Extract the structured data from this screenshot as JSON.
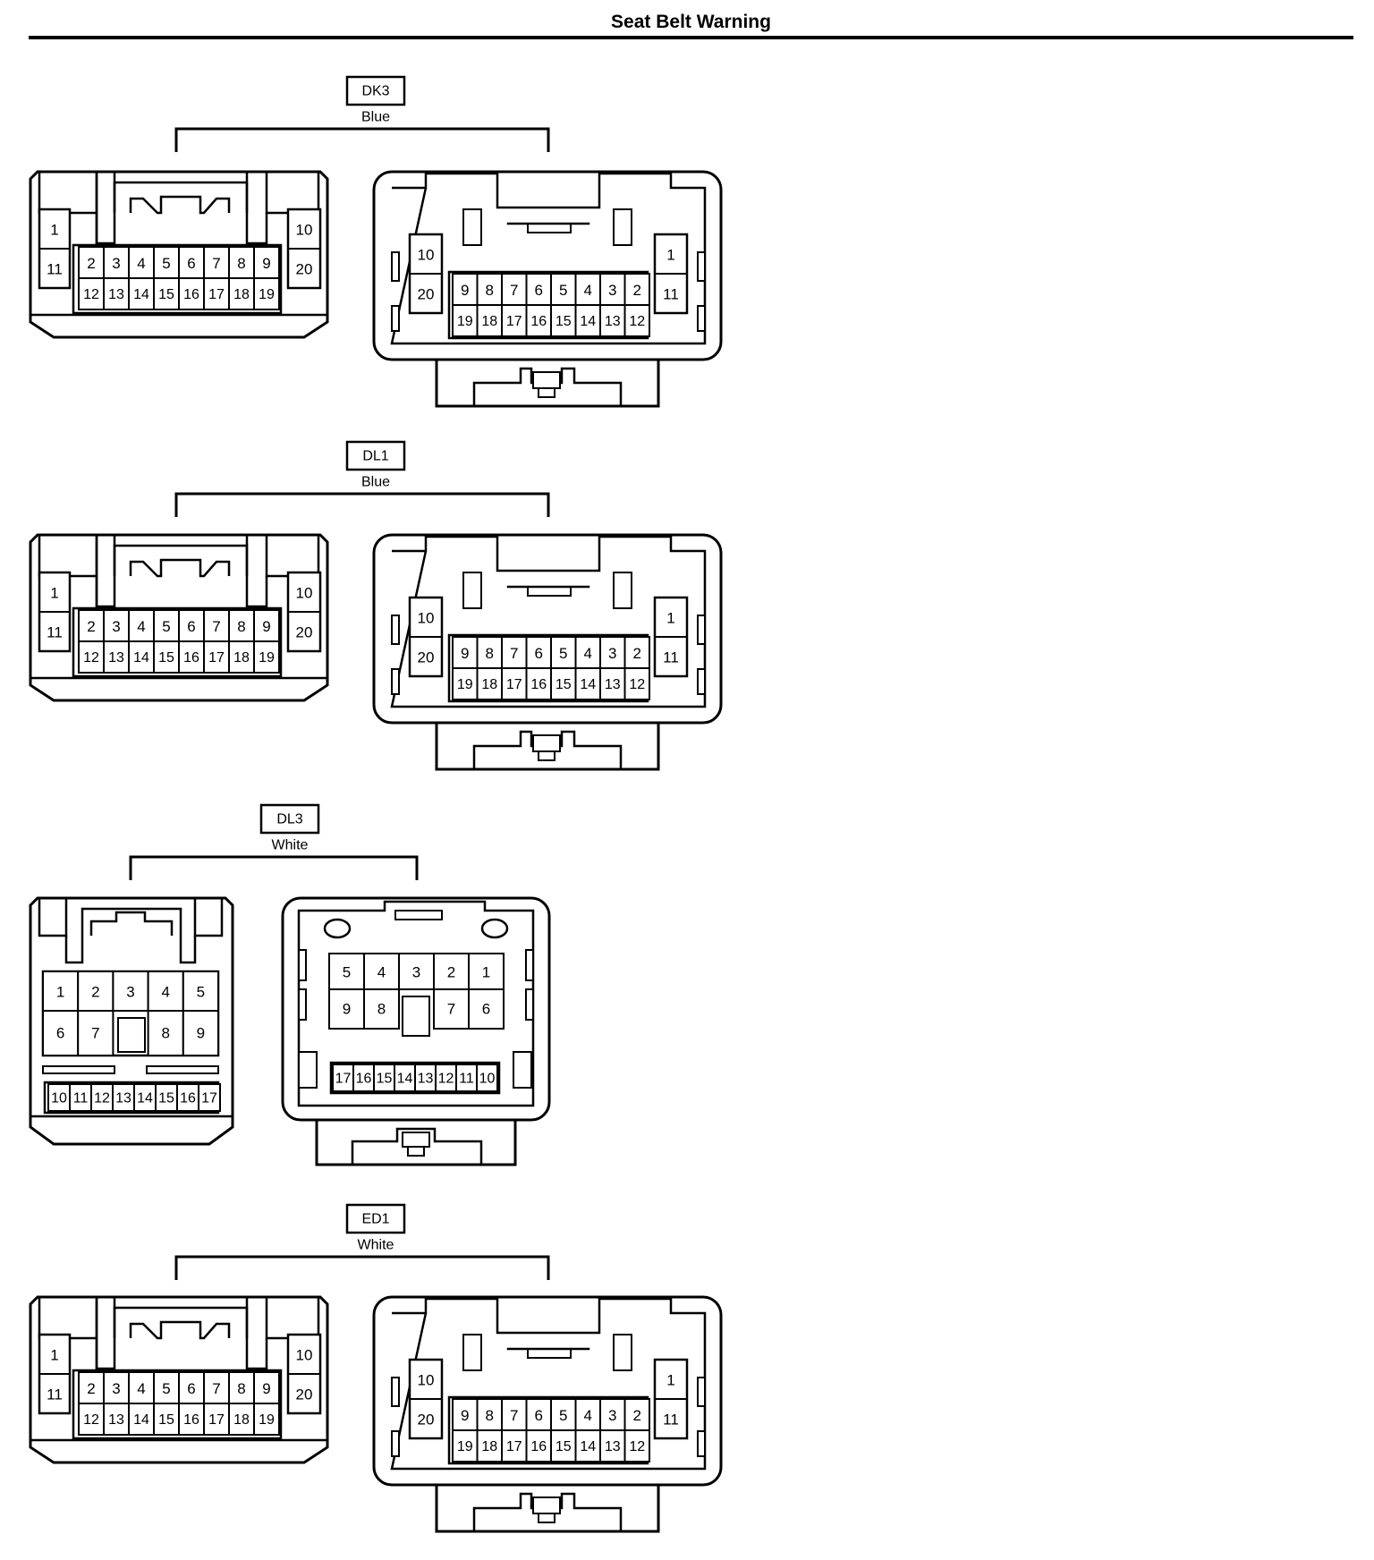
{
  "title": "Seat Belt Warning",
  "connectors": [
    {
      "id": "DK3",
      "color": "Blue"
    },
    {
      "id": "DL1",
      "color": "Blue"
    },
    {
      "id": "DL3",
      "color": "White"
    },
    {
      "id": "ED1",
      "color": "White"
    }
  ],
  "pins20": {
    "female": {
      "left_col": [
        "1",
        "11"
      ],
      "right_col": [
        "10",
        "20"
      ],
      "grid_top": [
        "2",
        "3",
        "4",
        "5",
        "6",
        "7",
        "8",
        "9"
      ],
      "grid_bottom": [
        "12",
        "13",
        "14",
        "15",
        "16",
        "17",
        "18",
        "19"
      ]
    },
    "male": {
      "left_col": [
        "10",
        "20"
      ],
      "right_col": [
        "1",
        "11"
      ],
      "grid_top": [
        "9",
        "8",
        "7",
        "6",
        "5",
        "4",
        "3",
        "2"
      ],
      "grid_bottom": [
        "19",
        "18",
        "17",
        "16",
        "15",
        "14",
        "13",
        "12"
      ]
    }
  },
  "pins17": {
    "female": {
      "row1": [
        "1",
        "2",
        "3",
        "4",
        "5"
      ],
      "row2": [
        "6",
        "7",
        "8",
        "9"
      ],
      "row3": [
        "10",
        "11",
        "12",
        "13",
        "14",
        "15",
        "16",
        "17"
      ]
    },
    "male": {
      "row1": [
        "5",
        "4",
        "3",
        "2",
        "1"
      ],
      "row2": [
        "9",
        "8",
        "7",
        "6"
      ],
      "row3": [
        "17",
        "16",
        "15",
        "14",
        "13",
        "12",
        "11",
        "10"
      ]
    }
  }
}
